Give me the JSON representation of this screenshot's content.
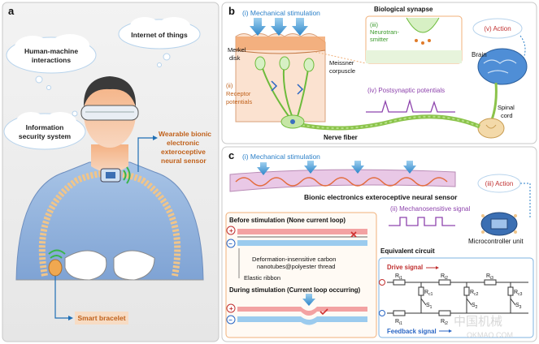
{
  "panel_a": {
    "letter": "a",
    "cloud_hmi_1": "Human-machine",
    "cloud_hmi_2": "interactions",
    "cloud_iot": "Internet of things",
    "cloud_sec_1": "Information",
    "cloud_sec_2": "security system",
    "sensor_1": "Wearable bionic",
    "sensor_2": "electronic",
    "sensor_3": "exteroceptive",
    "sensor_4": "neural sensor",
    "bracelet": "Smart bracelet"
  },
  "panel_b": {
    "letter": "b",
    "mech": "(i) Mechanical stimulation",
    "synapse": "Biological synapse",
    "neuro_1": "(iii)",
    "neuro_2": "Neurotran-",
    "neuro_3": "smitter",
    "action": "(v) Action",
    "brain": "Brain",
    "merkel_1": "Merkel",
    "merkel_2": "disk",
    "meissner_1": "Meissner",
    "meissner_2": "corpuscle",
    "receptor_1": "(ii)",
    "receptor_2": "Receptor",
    "receptor_3": "potentials",
    "postsyn": "(iv) Postsynaptic potentials",
    "spinal_1": "Spinal",
    "spinal_2": "cord",
    "nerve": "Nerve fiber"
  },
  "panel_c": {
    "letter": "c",
    "mech": "(i) Mechanical stimulation",
    "bionic": "Bionic electronics exteroceptive neural sensor",
    "action": "(iii) Action",
    "mechano": "(ii) Mechanosensitive signal",
    "mcu": "Microcontroller unit",
    "before": "Before stimulation (None current loop)",
    "deform_1": "Deformation-insensitive carbon",
    "deform_2": "nanotubes@polyester thread",
    "ribbon": "Elastic ribbon",
    "during": "During stimulation (Current loop occurring)",
    "equiv": "Equivalent circuit",
    "drive": "Drive signal",
    "feedback": "Feedback signal",
    "r1": "R",
    "r1s": "i1",
    "r2": "R",
    "r2s": "i2",
    "r3": "R",
    "r3s": "i3",
    "rc1": "R",
    "rc1s": "c1",
    "rc2": "R",
    "rc2s": "c2",
    "rc3": "R",
    "rc3s": "c3",
    "rb1": "R",
    "rb1s": "i1",
    "rb2": "R",
    "rb2s": "i2",
    "s1": "S",
    "s1s": "1",
    "s2": "S",
    "s2s": "2",
    "s3": "S",
    "s3s": "3",
    "plus": "+",
    "minus": "−"
  },
  "watermark": {
    "cn": "中国机械",
    "url": "OKMAO.COM"
  }
}
